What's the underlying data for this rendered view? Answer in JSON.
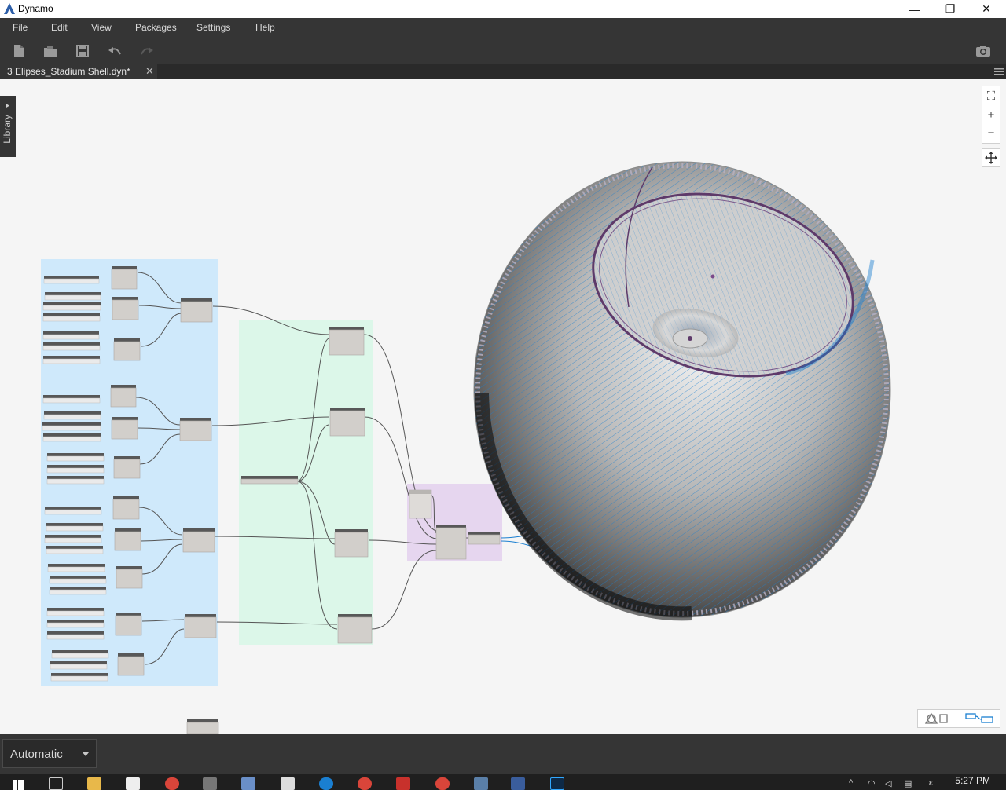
{
  "window": {
    "title": "Dynamo",
    "minimize_glyph": "—",
    "restore_glyph": "❐",
    "close_glyph": "✕"
  },
  "menu": {
    "items": [
      "File",
      "Edit",
      "View",
      "Packages",
      "Settings",
      "Help"
    ]
  },
  "toolbar": {
    "icons": [
      "new-file-icon",
      "open-file-icon",
      "save-icon",
      "undo-icon",
      "redo-icon",
      "camera-icon"
    ]
  },
  "tab": {
    "label": "3 Elipses_Stadium Shell.dyn*",
    "close_glyph": "✕"
  },
  "library": {
    "label": "Library",
    "chevron": "⯈"
  },
  "navigation": {
    "fit_glyph": "⛶",
    "zoom_in_glyph": "+",
    "zoom_out_glyph": "−"
  },
  "run": {
    "mode": "Automatic"
  },
  "taskbar": {
    "time": "5:27 PM",
    "tray_char": "ε"
  },
  "colors": {
    "group_input": "#cfe9fb",
    "group_curves": "#dcf7e9",
    "group_surface": "#e6d6ef",
    "group_selected": "#d9e9b1",
    "accent_blue": "#1a7fd1",
    "chrome_dark": "#353535"
  }
}
